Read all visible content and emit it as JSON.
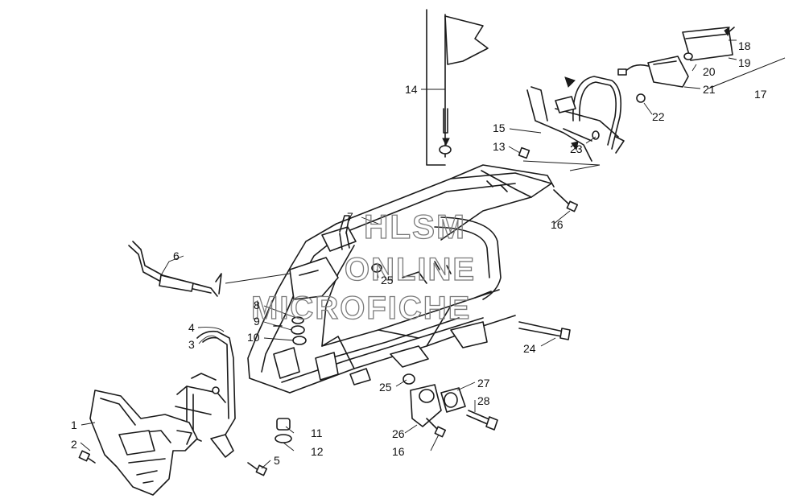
{
  "watermark": {
    "line1": "HLSM",
    "line2": "ONLINE",
    "line3": "MICROFICHE",
    "color": "#7a7a7a"
  },
  "callouts": [
    {
      "id": "c1",
      "text": "1"
    },
    {
      "id": "c2",
      "text": "2"
    },
    {
      "id": "c3",
      "text": "3"
    },
    {
      "id": "c4",
      "text": "4"
    },
    {
      "id": "c5",
      "text": "5"
    },
    {
      "id": "c6",
      "text": "6"
    },
    {
      "id": "c7",
      "text": "7"
    },
    {
      "id": "c8",
      "text": "8"
    },
    {
      "id": "c9",
      "text": "9"
    },
    {
      "id": "c10",
      "text": "10"
    },
    {
      "id": "c11",
      "text": "11"
    },
    {
      "id": "c12",
      "text": "12"
    },
    {
      "id": "c13",
      "text": "13"
    },
    {
      "id": "c14",
      "text": "14"
    },
    {
      "id": "c15",
      "text": "15"
    },
    {
      "id": "c16a",
      "text": "16"
    },
    {
      "id": "c16b",
      "text": "16"
    },
    {
      "id": "c17",
      "text": "17"
    },
    {
      "id": "c18",
      "text": "18"
    },
    {
      "id": "c19",
      "text": "19"
    },
    {
      "id": "c20",
      "text": "20"
    },
    {
      "id": "c21",
      "text": "21"
    },
    {
      "id": "c22",
      "text": "22"
    },
    {
      "id": "c23",
      "text": "23"
    },
    {
      "id": "c24",
      "text": "24"
    },
    {
      "id": "c25a",
      "text": "25"
    },
    {
      "id": "c25b",
      "text": "25"
    },
    {
      "id": "c26",
      "text": "26"
    },
    {
      "id": "c27",
      "text": "27"
    },
    {
      "id": "c28",
      "text": "28"
    }
  ]
}
